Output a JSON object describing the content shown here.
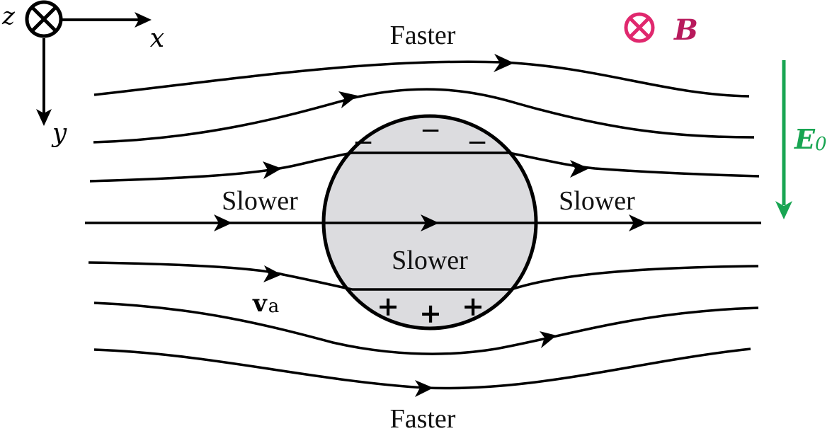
{
  "axes": {
    "x_label": "x",
    "y_label": "y",
    "z_label": "z"
  },
  "magnetic_field": {
    "label": "B",
    "color": "#e0286e"
  },
  "electric_field": {
    "label": "E",
    "subscript": "0",
    "color": "#18a552"
  },
  "regions": {
    "top": "Faster",
    "bottom": "Faster",
    "left": "Slower",
    "right": "Slower",
    "center": "Slower"
  },
  "velocity_label": {
    "symbol": "v",
    "subscript": "a"
  },
  "charges": {
    "top": [
      "−",
      "−",
      "−"
    ],
    "bottom": [
      "+",
      "+",
      "+"
    ]
  },
  "colors": {
    "circle_fill": "#dcdcdf",
    "line": "#000000"
  }
}
